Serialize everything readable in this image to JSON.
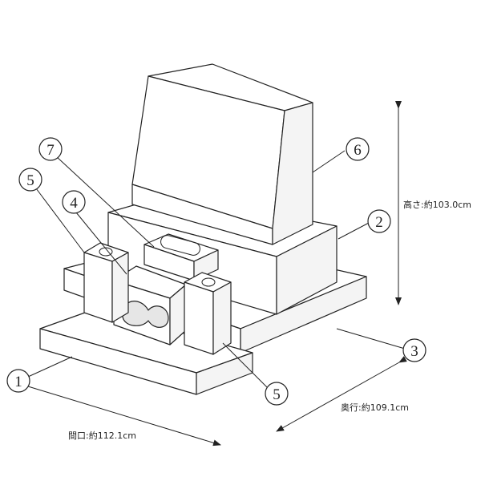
{
  "parts": [
    {
      "id": "1",
      "label": "1"
    },
    {
      "id": "2",
      "label": "2"
    },
    {
      "id": "3",
      "label": "3"
    },
    {
      "id": "4",
      "label": "4"
    },
    {
      "id": "5a",
      "label": "5"
    },
    {
      "id": "5b",
      "label": "5"
    },
    {
      "id": "6",
      "label": "6"
    },
    {
      "id": "7",
      "label": "7"
    }
  ],
  "dimensions": {
    "height": "高さ:約103.0cm",
    "depth": "奥行:約109.1cm",
    "width": "間口:約112.1cm"
  }
}
